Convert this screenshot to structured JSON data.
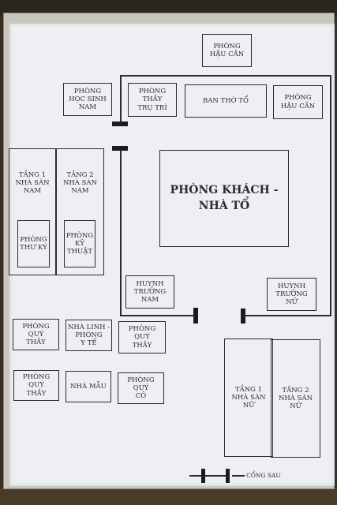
{
  "rooms": {
    "phong_hau_can_top": "PHÒNG\nHẬU CẦN",
    "phong_hoc_sinh_nam": "PHÒNG\nHỌC SINH\nNAM",
    "phong_thay_tru_tri": "PHÒNG\nTHẦY\nTRỤ TRÌ",
    "ban_tho_to": "BAN THỜ TỔ",
    "phong_hau_can_right": "PHÒNG\nHẬU CẦN",
    "tang1_nha_san_nam": "TẦNG 1\nNHÀ SÀN\nNAM",
    "tang2_nha_san_nam": "TẦNG 2\nNHÀ SÀN\nNAM",
    "phong_thu_ky": "PHÒNG\nTHƯ KÝ",
    "phong_ky_thuat": "PHÒNG\nKỸ\nTHUẬT",
    "phong_khach_nha_to": "PHÒNG KHÁCH -\nNHÀ TỔ",
    "huynh_truong_nam": "HUYNH\nTRƯỞNG\nNAM",
    "huynh_truong_nu": "HUYNH\nTRƯỞNG\nNỮ",
    "phong_quy_thay_1": "PHÒNG\nQUÝ\nTHẦY",
    "nha_linh_phong_y_te": "NHÀ LINH -\nPHÒNG\nY TẾ",
    "phong_quy_thay_2": "PHÒNG\nQUÝ\nTHẦY",
    "phong_quy_thay_3": "PHÒNG\nQUÝ\nTHẦY",
    "nha_mau": "NHÀ MẪU",
    "phong_quy_co": "PHÒNG\nQUÝ\nCÔ",
    "tang1_nha_san_nu": "TẦNG 1\nNHÀ SÀN\nNỮ",
    "tang2_nha_san_nu": "TẦNG 2\nNHÀ SÀN\nNỮ"
  },
  "labels": {
    "cong_sau": "CỔNG SAU"
  }
}
